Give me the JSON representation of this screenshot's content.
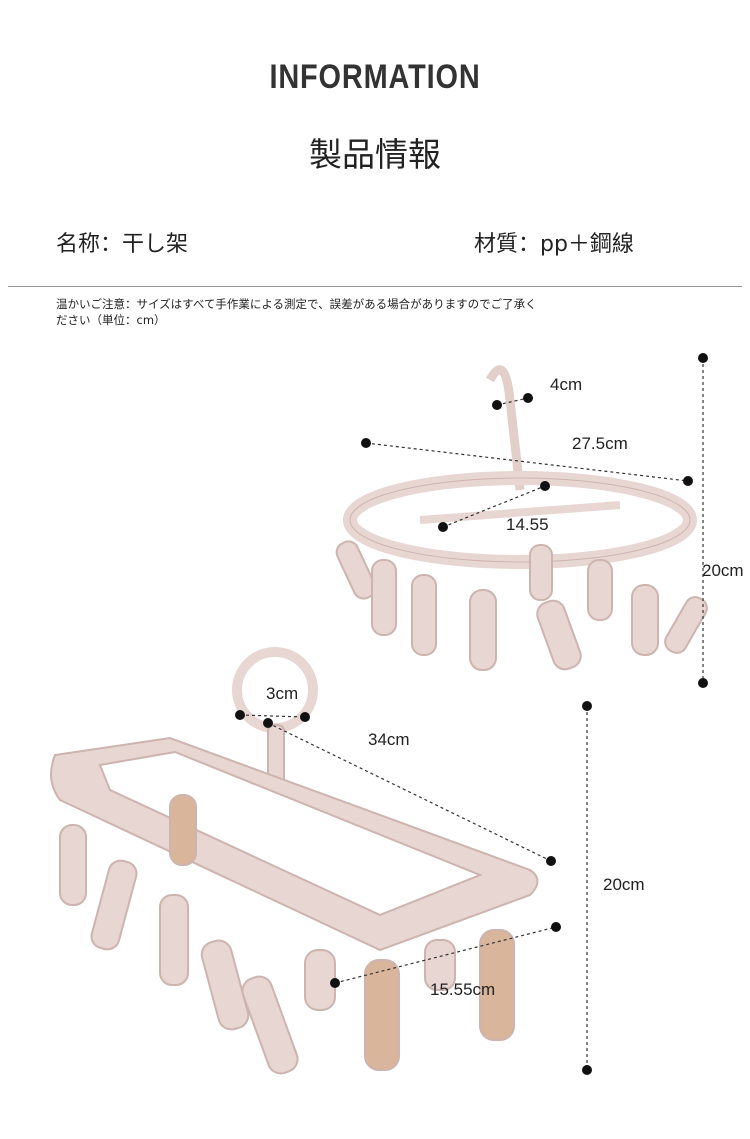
{
  "header": {
    "title": "INFORMATION",
    "subtitle": "製品情報"
  },
  "specs": {
    "name": "名称：干し架",
    "material": "材質：pp＋鋼線"
  },
  "note": {
    "line1": "温かいご注意：サイズはすべて手作業による測定で、誤差がある場合がありますのでご了承く",
    "line2": "ださい（単位：cm）"
  },
  "dimensions_top": {
    "hook": "4cm",
    "length": "27.5cm",
    "width": "14.55",
    "height": "20cm"
  },
  "dimensions_bottom": {
    "hook": "3cm",
    "length": "34cm",
    "width": "15.55cm",
    "height": "20cm"
  },
  "colors": {
    "product": "#e8d6d2",
    "product_dark": "#cdb4ae",
    "clip_inner": "#d9b59c"
  }
}
